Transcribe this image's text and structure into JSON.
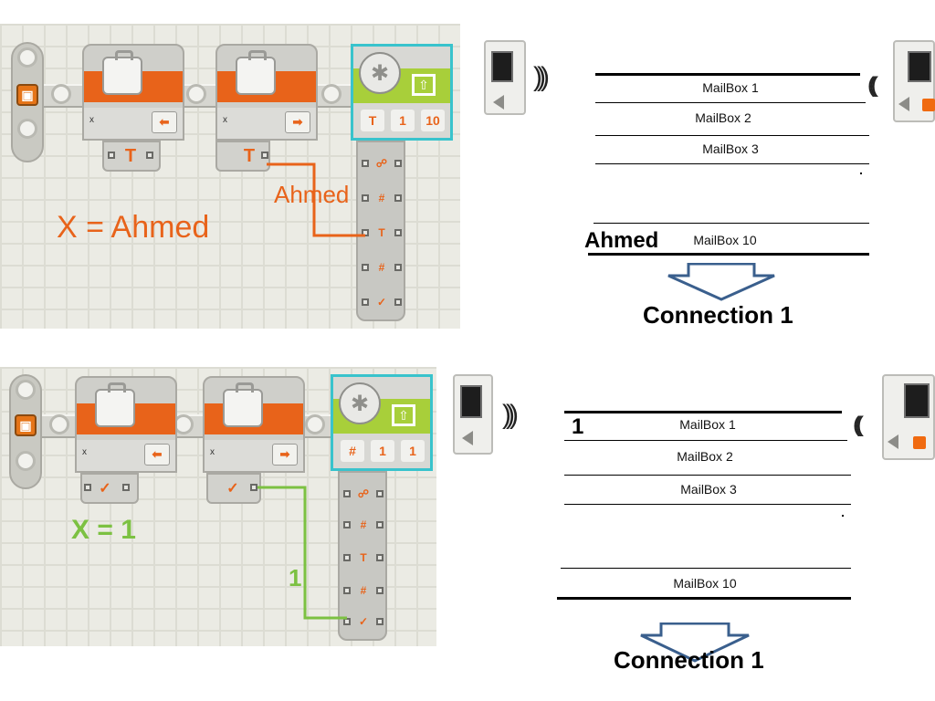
{
  "top_panel": {
    "block1_var": "x",
    "block2_var": "x",
    "xeq_text": "X = Ahmed",
    "wire_value": "Ahmed",
    "bt_row": [
      "T",
      "1",
      "10"
    ],
    "mailboxes": [
      "MailBox 1",
      "MailBox 2",
      "MailBox 3",
      "MailBox 10"
    ],
    "received_value": "Ahmed",
    "connection": "Connection 1",
    "accent_color": "#e8631a"
  },
  "bottom_panel": {
    "block1_var": "x",
    "block2_var": "x",
    "xeq_text": "X = 1",
    "wire_value": "1",
    "bt_row": [
      "#",
      "1",
      "1"
    ],
    "mailboxes": [
      "MailBox 1",
      "MailBox 2",
      "MailBox 3",
      "MailBox 10"
    ],
    "received_value": "1",
    "connection": "Connection 1",
    "accent_color": "#7cc142"
  },
  "icons": {
    "start": "start-icon",
    "variable": "briefcase-icon",
    "bluetooth": "bluetooth-icon",
    "arrow_down": "down-arrow-icon",
    "nxt": "nxt-brick-icon"
  }
}
